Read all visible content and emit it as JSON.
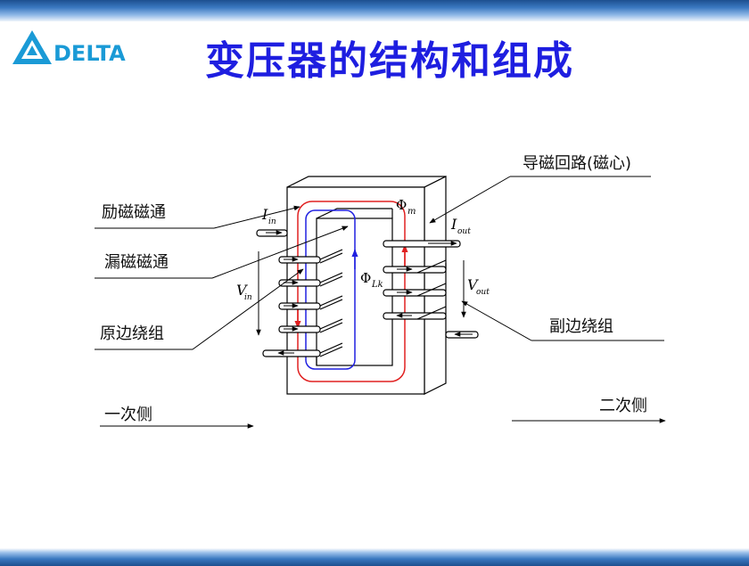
{
  "header": {
    "logo_text": "DELTA",
    "title": "变压器的结构和组成"
  },
  "diagram": {
    "labels": {
      "excitation_flux": "励磁磁通",
      "leakage_flux": "漏磁磁通",
      "primary_winding": "原边绕组",
      "primary_side": "一次侧",
      "core_path": "导磁回路(磁心)",
      "secondary_winding": "副边绕组",
      "secondary_side": "二次侧"
    },
    "symbols": {
      "phi": "Φ",
      "phi_m_sub": "m",
      "phi_lk_sub": "Lk",
      "i_in": "I",
      "i_in_sub": "in",
      "v_in": "V",
      "v_in_sub": "in",
      "i_out": "I",
      "i_out_sub": "out",
      "v_out": "V",
      "v_out_sub": "out"
    },
    "colors": {
      "main_flux": "#e02020",
      "leakage_flux": "#2020e0",
      "lines": "#000000",
      "core_face": "#ffffff"
    }
  }
}
